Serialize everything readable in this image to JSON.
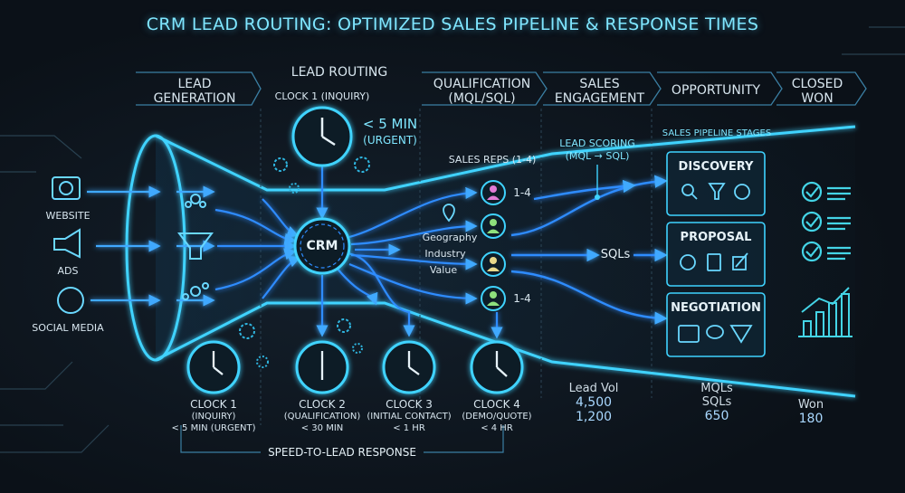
{
  "title": "CRM LEAD ROUTING: OPTIMIZED SALES PIPELINE & RESPONSE TIMES",
  "stages": [
    {
      "label_line1": "LEAD",
      "label_line2": "GENERATION"
    },
    {
      "label_line1": "LEAD ROUTING",
      "label_line2": ""
    },
    {
      "label_line1": "QUALIFICATION",
      "label_line2": "(MQL/SQL)"
    },
    {
      "label_line1": "SALES",
      "label_line2": "ENGAGEMENT"
    },
    {
      "label_line1": "OPPORTUNITY",
      "label_line2": ""
    },
    {
      "label_line1": "CLOSED",
      "label_line2": "WON"
    }
  ],
  "sources": [
    {
      "label": "WEBSITE",
      "icon": "globe-icon"
    },
    {
      "label": "ADS",
      "icon": "megaphone-icon"
    },
    {
      "label": "SOCIAL MEDIA",
      "icon": "people-icon"
    }
  ],
  "top_clock": {
    "label": "CLOCK 1 (INQUIRY)",
    "time": "< 5 MIN",
    "urgency": "(URGENT)"
  },
  "crm": {
    "label": "CRM"
  },
  "sales_reps": {
    "heading": "SALES REPS (1-4)",
    "rep_label_top": "1-4",
    "rep_label_bottom": "1-4",
    "criteria": [
      "Geography",
      "Industry",
      "Value"
    ]
  },
  "lead_scoring": {
    "line1": "LEAD SCORING",
    "line2": "(MQL → SQL)"
  },
  "sqls_label": "SQLs",
  "pipeline": {
    "heading": "SALES PIPELINE STAGES",
    "stages": [
      "DISCOVERY",
      "PROPOSAL",
      "NEGOTIATION"
    ]
  },
  "clocks": [
    {
      "name": "CLOCK 1",
      "sub": "(INQUIRY)",
      "time": "< 5 MIN (URGENT)"
    },
    {
      "name": "CLOCK 2",
      "sub": "(QUALIFICATION)",
      "time": "< 30 MIN"
    },
    {
      "name": "CLOCK 3",
      "sub": "(INITIAL CONTACT)",
      "time": "< 1 HR"
    },
    {
      "name": "CLOCK 4",
      "sub": "(DEMO/QUOTE)",
      "time": "< 4 HR"
    }
  ],
  "speed_label": "SPEED-TO-LEAD RESPONSE",
  "metrics": [
    {
      "label": "Lead Vol",
      "values": [
        "4,500",
        "1,200"
      ]
    },
    {
      "label": "MQLs",
      "label2": "SQLs",
      "values": [
        "650"
      ]
    },
    {
      "label": "Won",
      "values": [
        "180"
      ]
    }
  ],
  "colors": {
    "accent": "#3fd3ff",
    "flow": "#2f8cff",
    "bg": "#0b1118",
    "check": "#44d4e6"
  }
}
